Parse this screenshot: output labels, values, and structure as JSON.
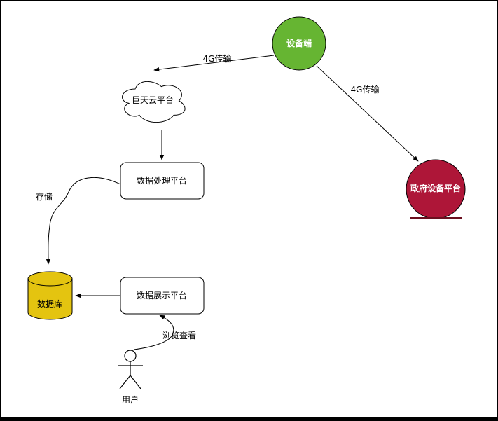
{
  "colors": {
    "device_fill": "#66B532",
    "gov_fill": "#AE1638",
    "db_fill": "#E4C410"
  },
  "nodes": {
    "device": {
      "label": "设备端",
      "shape": "circle"
    },
    "cloud": {
      "label": "巨天云平台",
      "shape": "cloud"
    },
    "processing": {
      "label": "数据处理平台",
      "shape": "rounded-rect"
    },
    "gov": {
      "label": "政府设备平台",
      "shape": "circle"
    },
    "database": {
      "label": "数据库",
      "shape": "cylinder"
    },
    "display": {
      "label": "数据展示平台",
      "shape": "rounded-rect"
    },
    "user": {
      "label": "用户",
      "shape": "actor"
    }
  },
  "edges": {
    "device_to_cloud": {
      "label": "4G传输",
      "from": "设备端",
      "to": "巨天云平台"
    },
    "device_to_gov": {
      "label": "4G传输",
      "from": "设备端",
      "to": "政府设备平台"
    },
    "cloud_to_processing": {
      "label": "",
      "from": "巨天云平台",
      "to": "数据处理平台"
    },
    "processing_to_database": {
      "label": "存储",
      "from": "数据处理平台",
      "to": "数据库"
    },
    "display_to_database": {
      "label": "",
      "from": "数据展示平台",
      "to": "数据库"
    },
    "user_to_display": {
      "label": "浏览查看",
      "from": "用户",
      "to": "数据展示平台"
    }
  }
}
